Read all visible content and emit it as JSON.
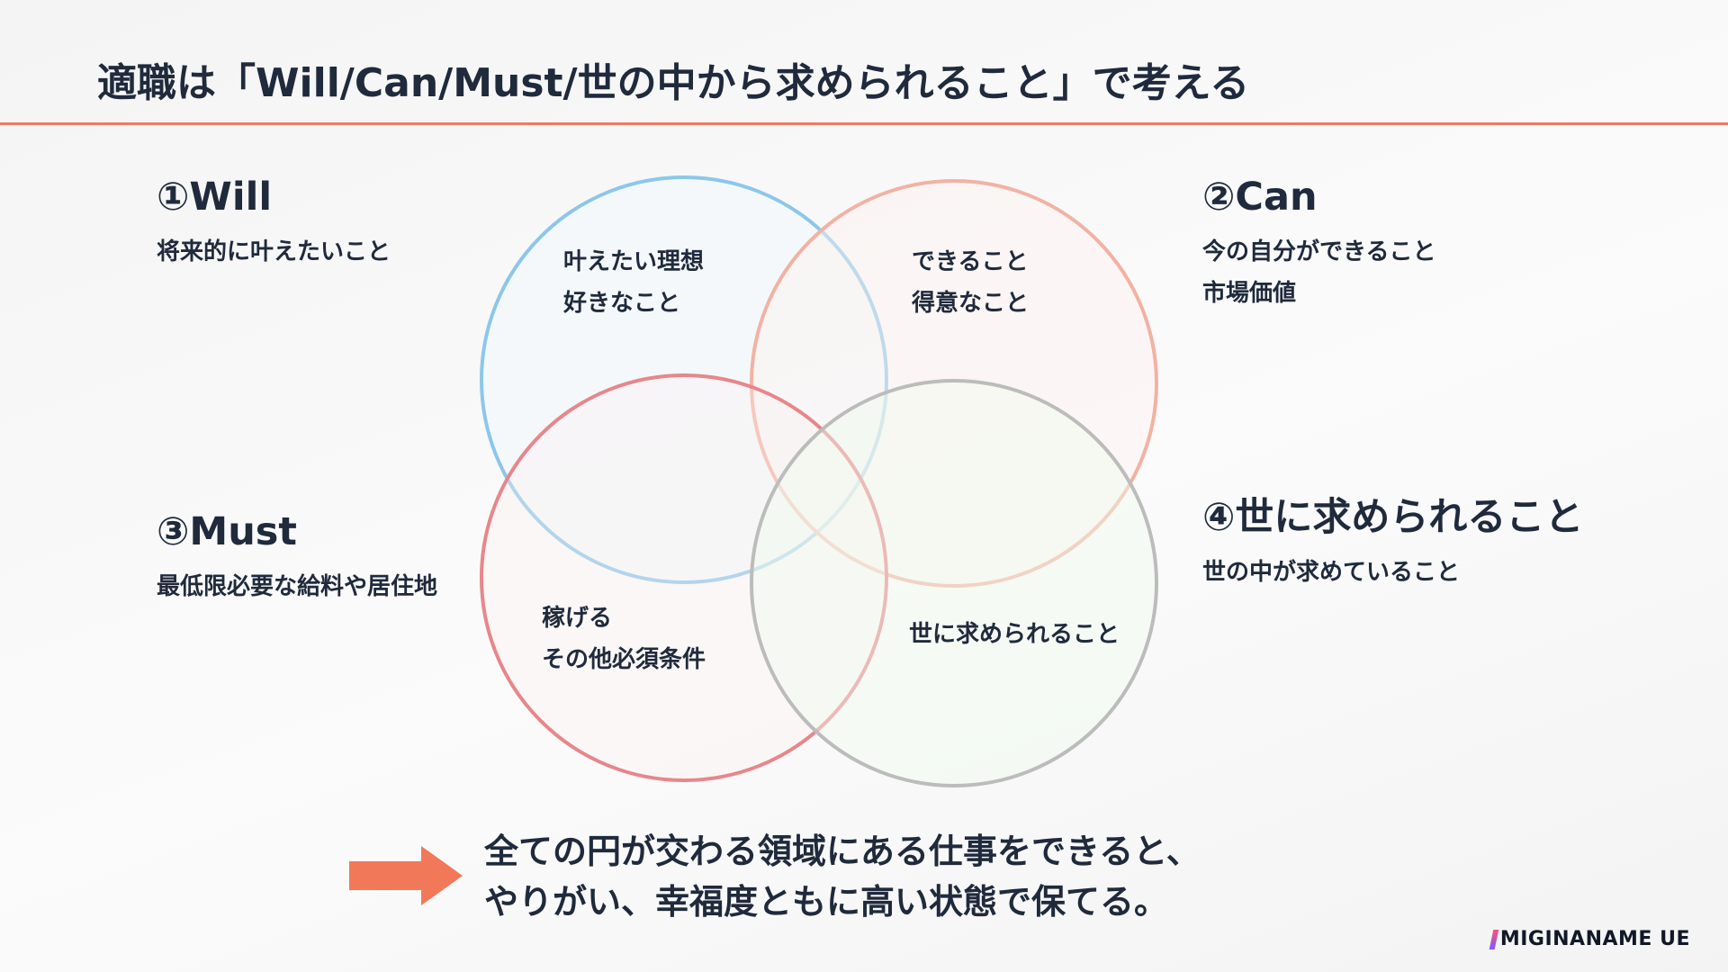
{
  "header": {
    "title": "適職は「Will/Can/Must/世の中から求められること」で考える"
  },
  "labels": {
    "will": {
      "title": "①Will",
      "desc": "将来的に叶えたいこと"
    },
    "can": {
      "title": "②Can",
      "desc_line1": "今の自分ができること",
      "desc_line2": "市場価値"
    },
    "must": {
      "title": "③Must",
      "desc": "最低限必要な給料や居住地"
    },
    "world": {
      "title": "④世に求められること",
      "desc": "世の中が求めていること"
    }
  },
  "circles": {
    "will": {
      "line1": "叶えたい理想",
      "line2": "好きなこと",
      "color": "#8cc7ea"
    },
    "can": {
      "line1": "できること",
      "line2": "得意なこと",
      "color": "#f2b2a3"
    },
    "must": {
      "line1": "稼げる",
      "line2": "その他必須条件",
      "color": "#e8868a"
    },
    "world": {
      "line1": "世に求められること",
      "color": "#bcbcbc"
    }
  },
  "conclusion": {
    "line1": "全ての円が交わる領域にある仕事をできると、",
    "line2": "やりがい、幸福度ともに高い状態で保てる。"
  },
  "logo": {
    "text": "MIGINANAME UE"
  },
  "colors": {
    "accent": "#ef7a60",
    "text": "#1f2a3c"
  }
}
